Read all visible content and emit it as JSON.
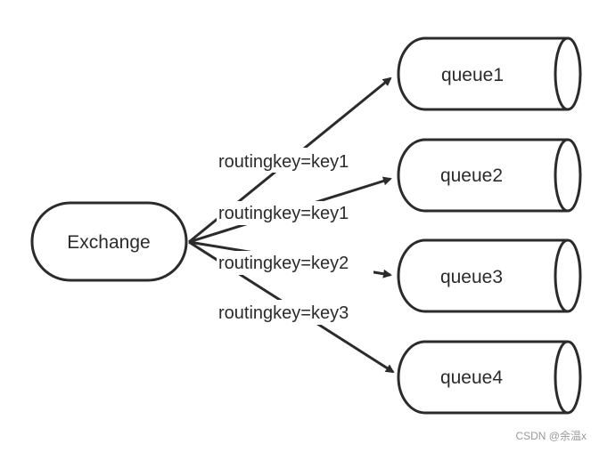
{
  "exchange": {
    "label": "Exchange"
  },
  "queues": [
    {
      "label": "queue1"
    },
    {
      "label": "queue2"
    },
    {
      "label": "queue3"
    },
    {
      "label": "queue4"
    }
  ],
  "edges": [
    {
      "label": "routingkey=key1"
    },
    {
      "label": "routingkey=key1"
    },
    {
      "label": "routingkey=key2"
    },
    {
      "label": "routingkey=key3"
    }
  ],
  "watermark": "CSDN @余温x",
  "colors": {
    "stroke": "#2b2b2b",
    "background": "#ffffff"
  }
}
